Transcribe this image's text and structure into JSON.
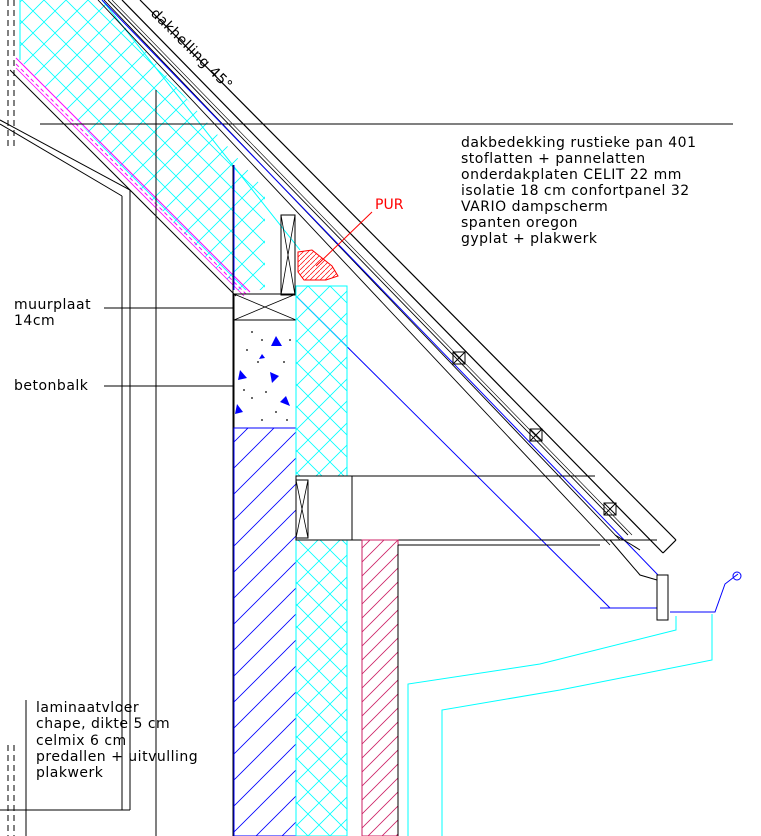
{
  "diagram": {
    "slope_label": "dakhelling 45°",
    "roof_layers": [
      "dakbedekking rustieke pan 401",
      "stoflatten + pannelatten",
      "onderdakplaten CELIT 22 mm",
      "isolatie 18 cm confortpanel 32",
      "VARIO dampscherm",
      "spanten oregon",
      "gyplat + plakwerk"
    ],
    "pur_label": "PUR",
    "muurplaat_line1": "muurplaat",
    "muurplaat_line2": "14cm",
    "betonbalk_label": "betonbalk",
    "floor_layers": [
      "laminaatvloer",
      "chape, dikte 5 cm",
      "celmix 6 cm",
      "predallen + uitvulling",
      "plakwerk"
    ],
    "colors": {
      "line": "#000000",
      "blue": "#0000ff",
      "cyan": "#00ffff",
      "magenta": "#ff00ff",
      "pink": "#cc2266",
      "red": "#ff0000"
    }
  }
}
